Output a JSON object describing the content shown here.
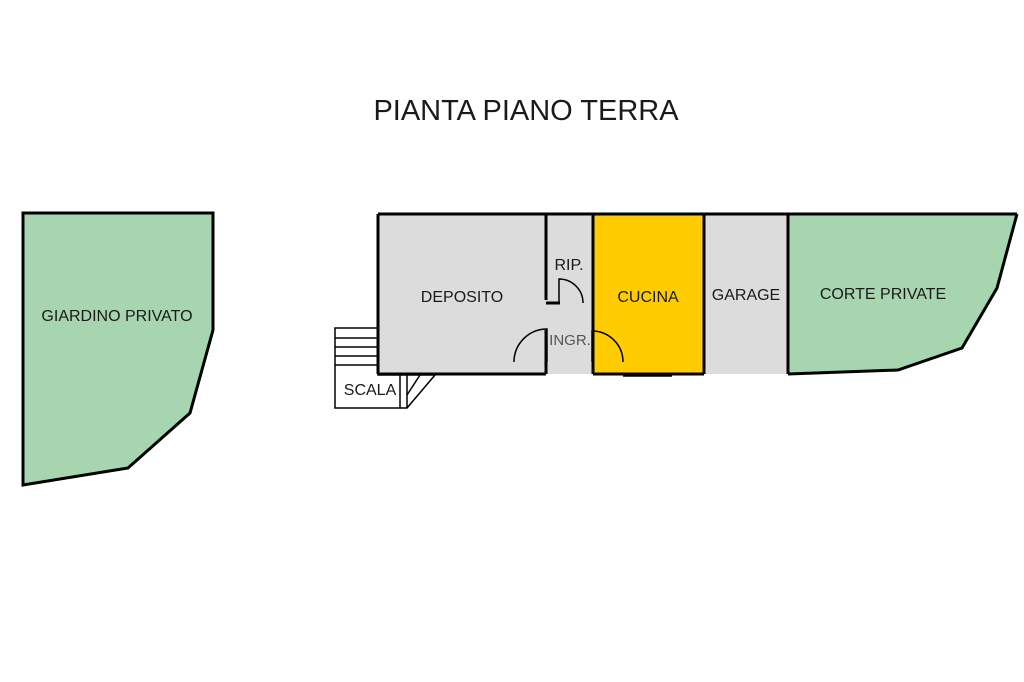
{
  "title": "PIANTA PIANO TERRA",
  "rooms": {
    "giardino": "GIARDINO PRIVATO",
    "deposito": "DEPOSITO",
    "ripostiglio": "RIP.",
    "ingresso": "INGR.",
    "cucina": "CUCINA",
    "garage": "GARAGE",
    "corte": "CORTE PRIVATE",
    "scala": "SCALA"
  },
  "colors": {
    "garden_green": "#a6d5b0",
    "room_gray": "#dcdcdc",
    "kitchen_yellow": "#ffcc00",
    "wall": "#000000"
  }
}
